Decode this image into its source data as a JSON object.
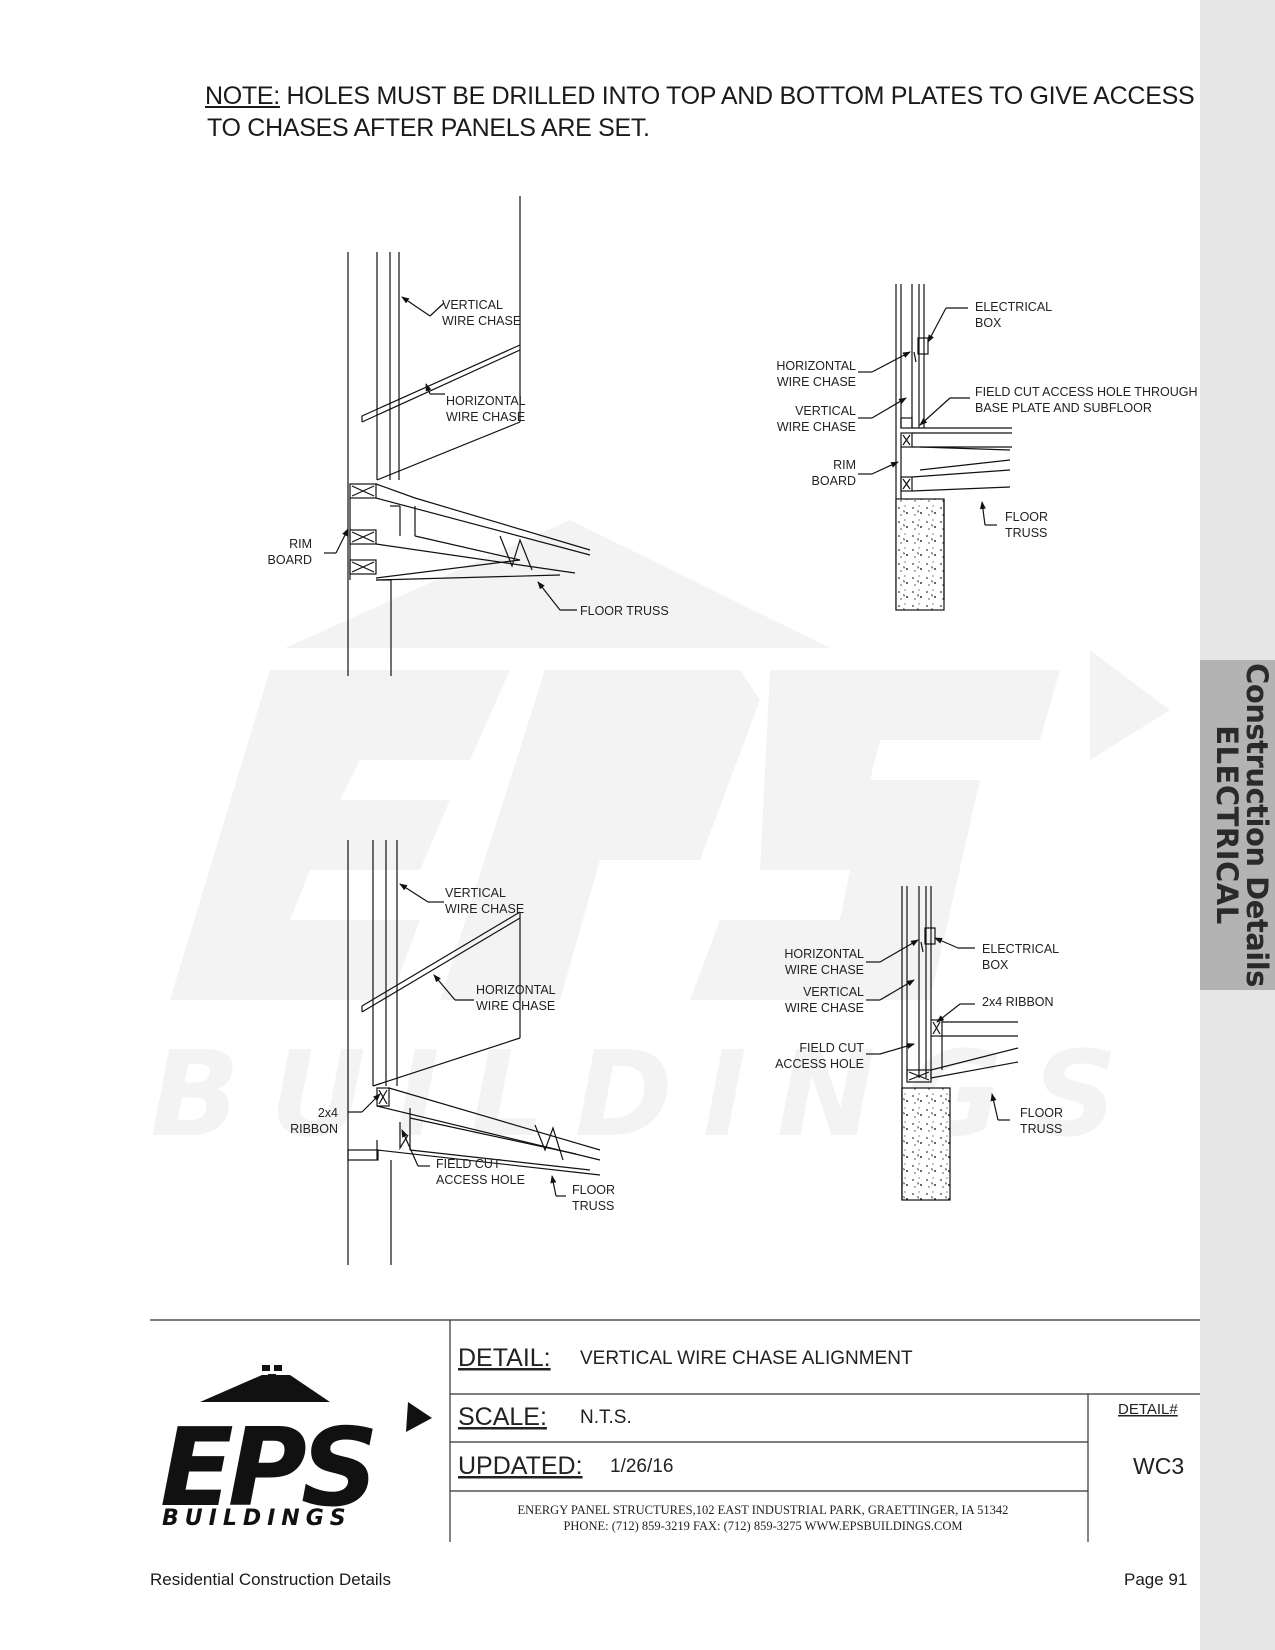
{
  "sidebar": {
    "title_line1": "Construction Details",
    "title_line2": "ELECTRICAL"
  },
  "note": {
    "prefix": "NOTE:",
    "line1": " HOLES MUST BE DRILLED INTO TOP AND BOTTOM PLATES TO GIVE ACCESS",
    "line2": "TO CHASES AFTER PANELS ARE SET."
  },
  "watermark": {
    "text": "BUILDINGS"
  },
  "details": {
    "top_left": {
      "vertical_chase": [
        "VERTICAL",
        "WIRE CHASE"
      ],
      "horizontal_chase": [
        "HORIZONTAL",
        "WIRE CHASE"
      ],
      "rim_board": [
        "RIM",
        "BOARD"
      ],
      "floor_truss": "FLOOR TRUSS"
    },
    "top_right": {
      "electrical_box": [
        "ELECTRICAL",
        "BOX"
      ],
      "horizontal_chase": [
        "HORIZONTAL",
        "WIRE CHASE"
      ],
      "field_cut": [
        "FIELD CUT ACCESS HOLE THROUGH",
        "BASE PLATE AND SUBFLOOR"
      ],
      "vertical_chase": [
        "VERTICAL",
        "WIRE CHASE"
      ],
      "rim_board": [
        "RIM",
        "BOARD"
      ],
      "floor_truss": [
        "FLOOR",
        "TRUSS"
      ]
    },
    "bottom_left": {
      "vertical_chase": [
        "VERTICAL",
        "WIRE CHASE"
      ],
      "horizontal_chase": [
        "HORIZONTAL",
        "WIRE CHASE"
      ],
      "ribbon": [
        "2x4",
        "RIBBON"
      ],
      "field_cut": [
        "FIELD CUT",
        "ACCESS HOLE"
      ],
      "floor_truss": [
        "FLOOR",
        "TRUSS"
      ]
    },
    "bottom_right": {
      "horizontal_chase": [
        "HORIZONTAL",
        "WIRE CHASE"
      ],
      "electrical_box": [
        "ELECTRICAL",
        "BOX"
      ],
      "vertical_chase": [
        "VERTICAL",
        "WIRE CHASE"
      ],
      "ribbon": "2x4 RIBBON",
      "field_cut": [
        "FIELD CUT",
        "ACCESS HOLE"
      ],
      "floor_truss": [
        "FLOOR",
        "TRUSS"
      ]
    }
  },
  "title_block": {
    "logo_letters": "EPS",
    "logo_sub": "BUILDINGS",
    "detail_label": "DETAIL:",
    "detail_value": "VERTICAL WIRE CHASE ALIGNMENT",
    "scale_label": "SCALE:",
    "scale_value": "N.T.S.",
    "updated_label": "UPDATED:",
    "updated_value": "1/26/16",
    "detail_num_label": "DETAIL#",
    "detail_num": "WC3",
    "company_line1": "ENERGY PANEL STRUCTURES,102 EAST INDUSTRIAL PARK, GRAETTINGER, IA 51342",
    "company_line2": "PHONE: (712) 859-3219 FAX: (712) 859-3275  WWW.EPSBUILDINGS.COM"
  },
  "footer": {
    "left": "Residential Construction Details",
    "right": "Page 91"
  }
}
